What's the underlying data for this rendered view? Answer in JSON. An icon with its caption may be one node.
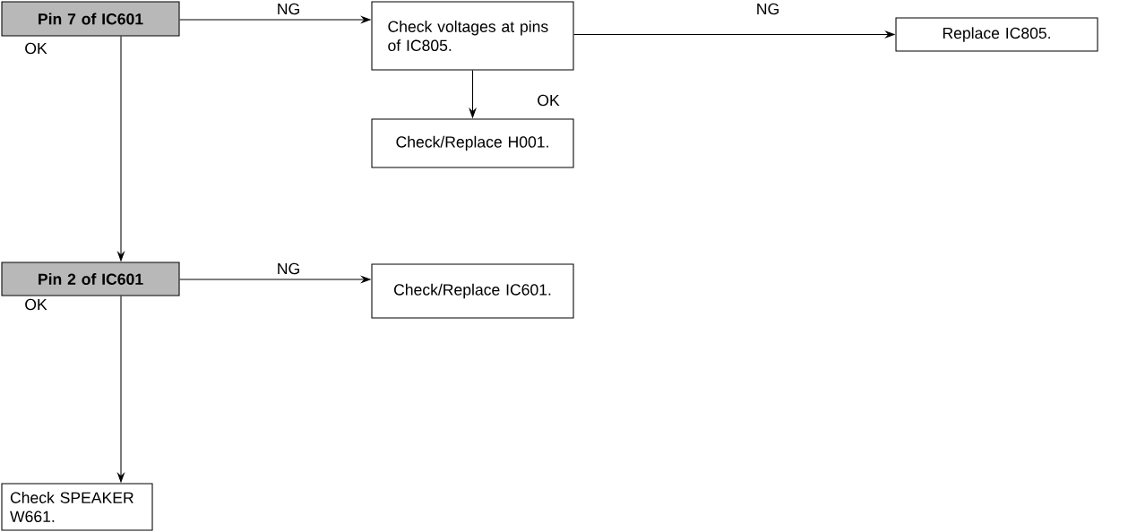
{
  "diagram": {
    "nodes": [
      {
        "text": [
          "Pin 7 of IC601"
        ]
      },
      {
        "text": [
          "Check voltages at pins of IC805."
        ]
      },
      {
        "text": [
          "Replace IC805."
        ]
      },
      {
        "text": [
          "Check/Replace H001."
        ]
      },
      {
        "text": [
          "Pin 2 of IC601"
        ]
      },
      {
        "text": [
          "Check/Replace IC601."
        ]
      },
      {
        "text": [
          "Check SPEAKER W661."
        ]
      }
    ],
    "edges": [
      {
        "from": 0,
        "to": 1,
        "arrow": "to",
        "label": "NG"
      },
      {
        "from": 1,
        "to": 2,
        "arrow": "to",
        "label": "NG"
      },
      {
        "from": 1,
        "to": 3,
        "arrow": "to",
        "label": "OK"
      },
      {
        "from": 0,
        "to": 4,
        "arrow": "to",
        "label": "OK"
      },
      {
        "from": 4,
        "to": 5,
        "arrow": "to",
        "label": "NG"
      },
      {
        "from": 4,
        "to": 6,
        "arrow": "to",
        "label": "OK"
      }
    ]
  }
}
